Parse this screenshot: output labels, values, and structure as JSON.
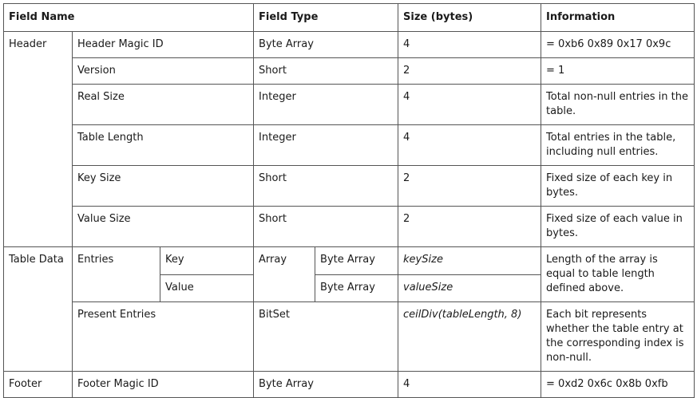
{
  "headers": {
    "field_name": "Field Name",
    "field_type": "Field Type",
    "size": "Size (bytes)",
    "information": "Information"
  },
  "sections": {
    "header": "Header",
    "table_data": "Table Data",
    "footer": "Footer"
  },
  "rows": {
    "header_magic": {
      "name": "Header Magic ID",
      "type": "Byte Array",
      "size": "4",
      "info": "= 0xb6 0x89 0x17 0x9c"
    },
    "version": {
      "name": "Version",
      "type": "Short",
      "size": "2",
      "info": "= 1"
    },
    "real_size": {
      "name": "Real Size",
      "type": "Integer",
      "size": "4",
      "info": "Total non-null entries in the table."
    },
    "table_length": {
      "name": "Table Length",
      "type": "Integer",
      "size": "4",
      "info": "Total entries in the table, including null entries."
    },
    "key_size": {
      "name": "Key Size",
      "type": "Short",
      "size": "2",
      "info": "Fixed size of each key in bytes."
    },
    "value_size": {
      "name": "Value Size",
      "type": "Short",
      "size": "2",
      "info": "Fixed size of each value in bytes."
    },
    "entries": {
      "name": "Entries",
      "type": "Array",
      "info": "Length of the array is equal to table length defined above.",
      "key": {
        "name": "Key",
        "type": "Byte Array",
        "size": "keySize"
      },
      "value": {
        "name": "Value",
        "type": "Byte Array",
        "size": "valueSize"
      }
    },
    "present_entries": {
      "name": "Present Entries",
      "type": "BitSet",
      "size": "ceilDiv(tableLength, 8)",
      "info": "Each bit represents whether the table entry at the corresponding index is non-null."
    },
    "footer_magic": {
      "name": "Footer Magic ID",
      "type": "Byte Array",
      "size": "4",
      "info": "= 0xd2 0x6c 0x8b 0xfb"
    }
  }
}
